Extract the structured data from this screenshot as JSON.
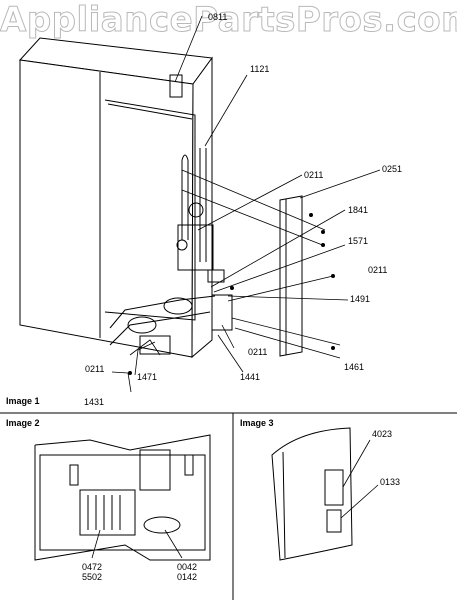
{
  "watermark": "AppliancePartsPros.com",
  "panels": {
    "image1_label": "Image 1",
    "image2_label": "Image 2",
    "image3_label": "Image 3"
  },
  "callouts": {
    "c0811": "0811",
    "c1121": "1121",
    "c0211_a": "0211",
    "c0251": "0251",
    "c1841": "1841",
    "c1571": "1571",
    "c0211_b": "0211",
    "c1491": "1491",
    "c0211_c": "0211",
    "c1461": "1461",
    "c1441": "1441",
    "c0211_d": "0211",
    "c1471": "1471",
    "c1431": "1431",
    "c0472": "0472",
    "c5502": "5502",
    "c0042": "0042",
    "c0142": "0142",
    "c4023": "4023",
    "c0133": "0133"
  }
}
